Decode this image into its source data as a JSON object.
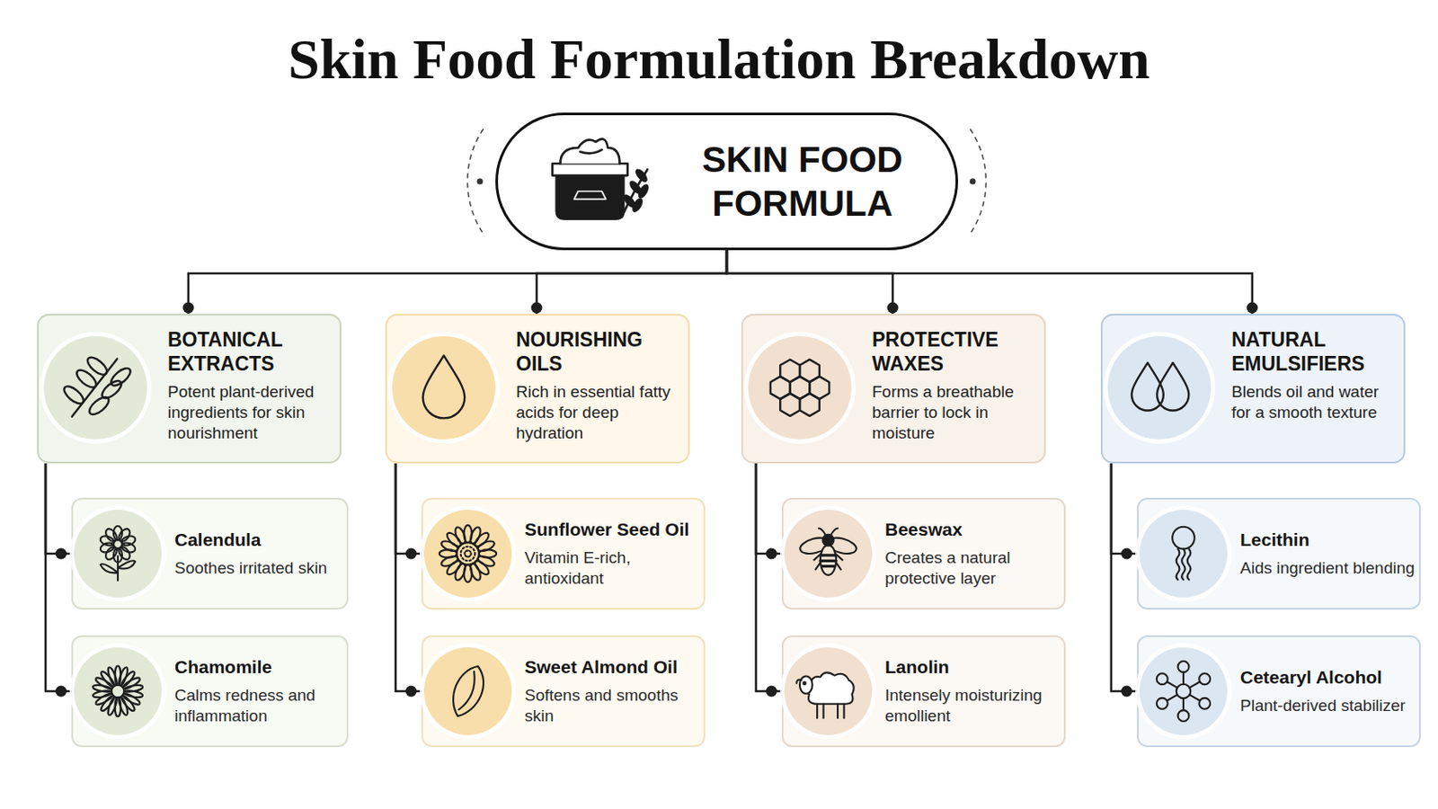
{
  "diagram": {
    "title": "Skin Food Formulation Breakdown",
    "nodes": [
      {
        "text": [
          "SKIN FOOD FORMULA"
        ]
      },
      {
        "text": [
          "BOTANICAL EXTRACTS",
          "Potent plant-derived ingredients for skin nourishment"
        ]
      },
      {
        "text": [
          "NOURISHING OILS",
          "Rich in essential fatty acids for deep hydration"
        ]
      },
      {
        "text": [
          "PROTECTIVE WAXES",
          "Forms a breathable barrier to lock in moisture"
        ]
      },
      {
        "text": [
          "NATURAL EMULSIFIERS",
          "Blends oil and water for a smooth texture"
        ]
      },
      {
        "text": [
          "Calendula",
          "Soothes irritated skin"
        ]
      },
      {
        "text": [
          "Chamomile",
          "Calms redness and inflammation"
        ]
      },
      {
        "text": [
          "Sunflower Seed Oil",
          "Vitamin E-rich, antioxidant"
        ]
      },
      {
        "text": [
          "Sweet Almond Oil",
          "Softens and smooths skin"
        ]
      },
      {
        "text": [
          "Beeswax",
          "Creates a natural protective layer"
        ]
      },
      {
        "text": [
          "Lanolin",
          "Intensely moisturizing emollient"
        ]
      },
      {
        "text": [
          "Lecithin",
          "Aids ingredient blending"
        ]
      },
      {
        "text": [
          "Cetearyl Alcohol",
          "Plant-derived stabilizer"
        ]
      }
    ],
    "edges": [
      {
        "from": 0,
        "to": 1,
        "arrow": "none"
      },
      {
        "from": 0,
        "to": 2,
        "arrow": "none"
      },
      {
        "from": 0,
        "to": 3,
        "arrow": "none"
      },
      {
        "from": 0,
        "to": 4,
        "arrow": "none"
      },
      {
        "from": 1,
        "to": 5,
        "arrow": "none"
      },
      {
        "from": 1,
        "to": 6,
        "arrow": "none"
      },
      {
        "from": 2,
        "to": 7,
        "arrow": "none"
      },
      {
        "from": 2,
        "to": 8,
        "arrow": "none"
      },
      {
        "from": 3,
        "to": 9,
        "arrow": "none"
      },
      {
        "from": 3,
        "to": 10,
        "arrow": "none"
      },
      {
        "from": 4,
        "to": 11,
        "arrow": "none"
      },
      {
        "from": 4,
        "to": 12,
        "arrow": "none"
      }
    ]
  }
}
